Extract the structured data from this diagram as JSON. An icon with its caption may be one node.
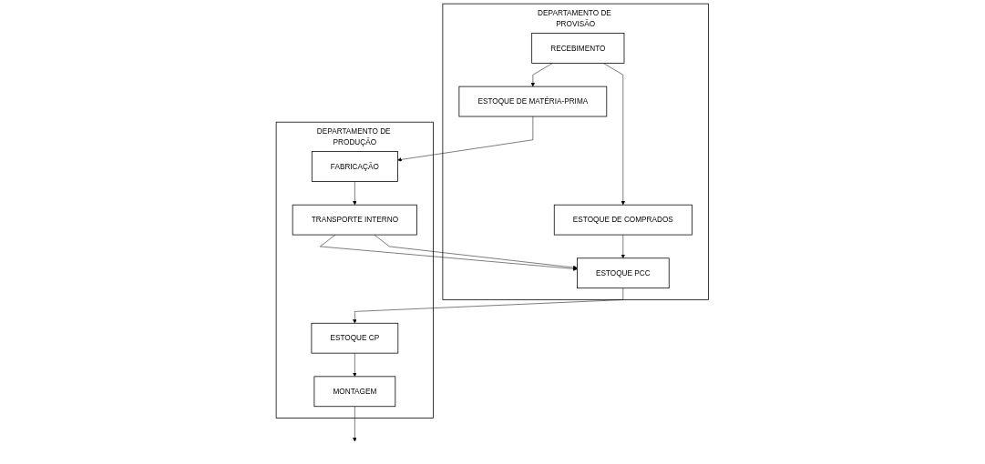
{
  "diagram": {
    "nodes": [
      {
        "text": [
          "DEPARTAMENTO DE PROVISÃO"
        ]
      },
      {
        "text": [
          "RECEBIMENTO"
        ],
        "in": 0
      },
      {
        "text": [
          "ESTOQUE DE MATÉRIA-PRIMA"
        ],
        "in": 0
      },
      {
        "text": [
          "ESTOQUE DE COMPRADOS"
        ],
        "in": 0
      },
      {
        "text": [
          "ESTOQUE PCC"
        ],
        "in": 0
      },
      {
        "text": [
          "DEPARTAMENTO DE PRODUÇÃO"
        ]
      },
      {
        "text": [
          "FABRICAÇÃO"
        ],
        "in": 5
      },
      {
        "text": [
          "TRANSPORTE INTERNO"
        ],
        "in": 5
      },
      {
        "text": [
          "ESTOQUE CP"
        ],
        "in": 5
      },
      {
        "text": [
          "MONTAGEM"
        ],
        "in": 5
      }
    ],
    "edges": [
      {
        "from": 1,
        "to": 2,
        "arrow": "to"
      },
      {
        "from": 1,
        "to": 3,
        "arrow": "to"
      },
      {
        "from": 2,
        "to": 6,
        "arrow": "to"
      },
      {
        "from": 3,
        "to": 4,
        "arrow": "to"
      },
      {
        "from": 6,
        "to": 7,
        "arrow": "to"
      },
      {
        "from": 7,
        "to": 4,
        "arrow": "to"
      },
      {
        "from": 7,
        "to": 4,
        "arrow": "to"
      },
      {
        "from": 4,
        "to": 8,
        "arrow": "to"
      },
      {
        "from": 8,
        "to": 9,
        "arrow": "to"
      },
      {
        "from": 9,
        "to": null,
        "arrow": "to"
      }
    ]
  }
}
